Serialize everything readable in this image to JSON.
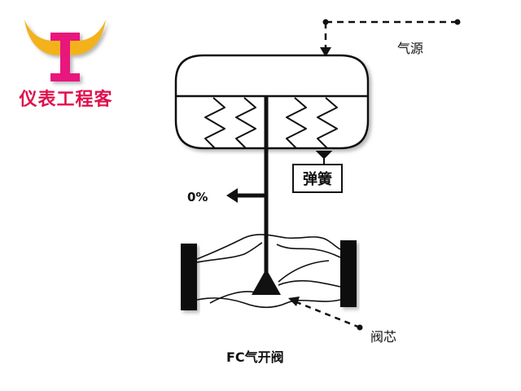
{
  "logo": {
    "letter": "I",
    "caption": "仪表工程客",
    "colors": {
      "horns": "#f3b21a",
      "letter": "#e8177d",
      "caption": "#e0114c",
      "shadow": "#999999"
    }
  },
  "labels": {
    "air_source": "气源",
    "spring": "弹簧",
    "position": "0%",
    "valve_core": "阀芯",
    "title": "FC气开阀"
  },
  "colors": {
    "line": "#111111",
    "background": "#ffffff"
  }
}
